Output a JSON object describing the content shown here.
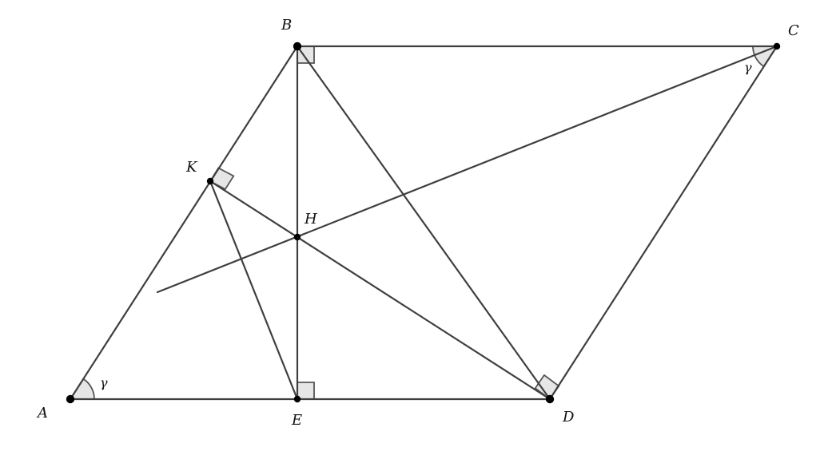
{
  "points": {
    "A": "A",
    "B": "B",
    "C": "C",
    "D": "D",
    "E": "E",
    "H": "H",
    "K": "K"
  },
  "angles": {
    "at_A": "γ",
    "at_C": "γ"
  },
  "colors": {
    "line": "#3f3f3f",
    "mark_fill": "#e6e6e6",
    "point": "#000000"
  }
}
